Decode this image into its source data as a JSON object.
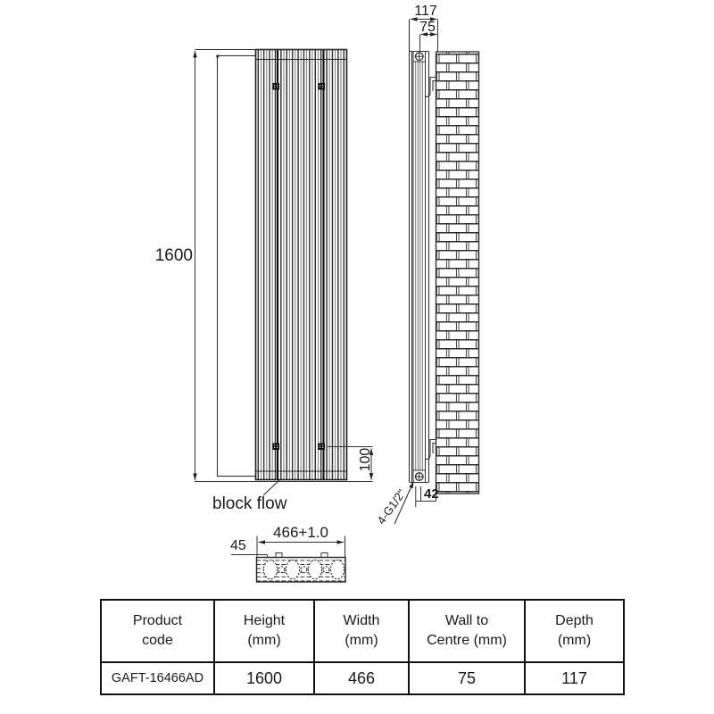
{
  "front_view": {
    "height_label": "1600",
    "bottom_offset_label": "100",
    "block_flow_label": "block flow"
  },
  "side_view": {
    "depth_label": "117",
    "wall_to_centre_label": "75",
    "wall_gap_label": "42",
    "connections_label": "4-G1/2\""
  },
  "section_view": {
    "width_label": "466+1.0",
    "depth_label": "45"
  },
  "table": {
    "headers": [
      {
        "line1": "Product",
        "line2": "code"
      },
      {
        "line1": "Height",
        "line2": "(mm)"
      },
      {
        "line1": "Width",
        "line2": "(mm)"
      },
      {
        "line1": "Wall to",
        "line2": "Centre (mm)"
      },
      {
        "line1": "Depth",
        "line2": "(mm)"
      }
    ],
    "row": {
      "product_code": "GAFT-16466AD",
      "height_mm": "1600",
      "width_mm": "466",
      "wall_to_centre_mm": "75",
      "depth_mm": "117"
    }
  },
  "colors": {
    "line": "#333333",
    "dark_line": "#111111",
    "text": "#1a1a1a"
  }
}
